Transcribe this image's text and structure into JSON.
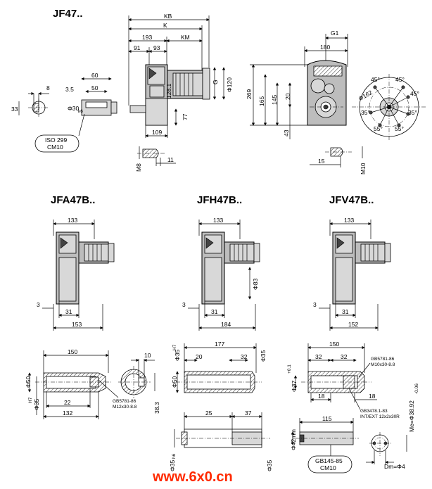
{
  "titles": {
    "jf47": "JF47..",
    "jfa47b": "JFA47B..",
    "jfh47b": "JFH47B..",
    "jfv47b": "JFV47B.."
  },
  "top_dims": {
    "kb": "KB",
    "k": "K",
    "d193": "193",
    "km": "KM",
    "d91": "91",
    "d93": "93",
    "g": "G",
    "phi120": "Φ120",
    "d128": "128.1",
    "d77": "77",
    "d109": "109",
    "m8": "M8",
    "d11": "11",
    "d269": "269",
    "d165": "165",
    "d145": "145",
    "d20": "20",
    "d43": "43",
    "g1": "G1",
    "d180": "180",
    "d15": "15",
    "m10": "M10",
    "phi162": "Φ162",
    "a45a": "45°",
    "a45b": "45°",
    "a45c": "45°",
    "a35a": "35°",
    "a35b": "35°",
    "a55a": "55°",
    "a55b": "55°"
  },
  "key_dims": {
    "d8": "8",
    "d33": "33",
    "d60": "60",
    "d35": "3.5",
    "d50": "50",
    "phi30": "Φ30",
    "phi30_tol": "k6",
    "iso1": "ISO 299",
    "iso2": "CM10"
  },
  "mid_dims": {
    "a133": "133",
    "a3": "3",
    "a31": "31",
    "a153": "153",
    "h133": "133",
    "h83": "Φ83",
    "h3": "3",
    "h31": "31",
    "h184": "184",
    "v133": "133",
    "v3": "3",
    "v31": "31",
    "v152": "152"
  },
  "jfa_detail": {
    "d150": "150",
    "d10": "10",
    "phi50": "Φ50",
    "phi35": "Φ35",
    "tol": "H7",
    "d22": "22",
    "d132": "132",
    "d383": "38.3",
    "gb1": "GB5781-86",
    "gb2": "M12x30-8.8"
  },
  "jfh_detail": {
    "phi35a": "Φ35",
    "phi35b": "Φ35",
    "tol": "H7",
    "d177": "177",
    "d20": "20",
    "d32": "32",
    "phi50": "Φ50",
    "d25": "25",
    "d37": "37",
    "phi35c": "Φ35",
    "phi35d": "Φ35",
    "tol2": "h6"
  },
  "jfv_detail": {
    "d150": "150",
    "d32a": "32",
    "d32b": "32",
    "phi37": "Φ37",
    "tol": "+0.1",
    "d18a": "18",
    "d18b": "18",
    "gb1": "GB5781-86",
    "gb2": "M10x30-8.8",
    "gb3": "GB3478.1-83",
    "gb4": "INT/EXT 12x2x30R",
    "d115": "115",
    "phi42": "Φ42min",
    "gb5": "GB145-85",
    "gb6": "CM10",
    "me": "Me=Φ38.92",
    "me_tol": "-0.06",
    "dm": "Dm=Φ4"
  },
  "watermark": "www.6x0.cn",
  "colors": {
    "watermark": "#ff2a00",
    "housing": "#bdbdbd",
    "line": "#000000"
  }
}
